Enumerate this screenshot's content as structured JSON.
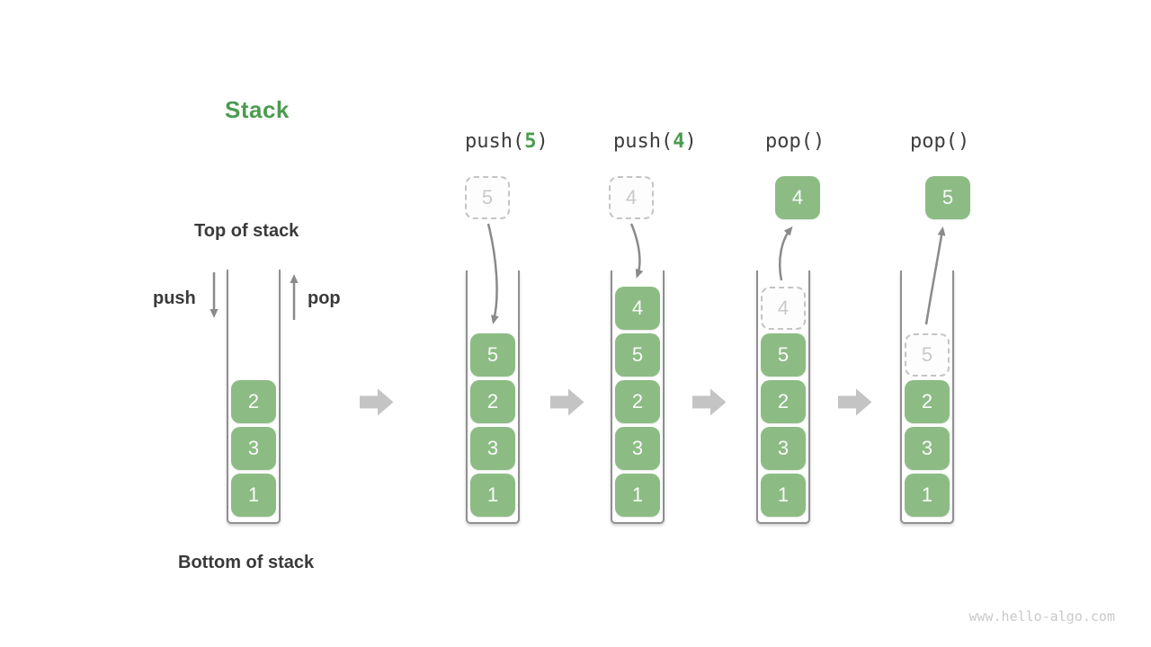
{
  "title": "Stack",
  "labels": {
    "top_of_stack": "Top of stack",
    "bottom_of_stack": "Bottom of stack",
    "push": "push",
    "pop": "pop"
  },
  "operations": [
    {
      "fn": "push(",
      "arg": "5",
      "close": ")"
    },
    {
      "fn": "push(",
      "arg": "4",
      "close": ")"
    },
    {
      "fn": "pop()",
      "arg": "",
      "close": ""
    },
    {
      "fn": "pop()",
      "arg": "",
      "close": ""
    }
  ],
  "stacks": [
    {
      "name": "initial",
      "items": [
        "2",
        "3",
        "1"
      ]
    },
    {
      "name": "after-push-5",
      "items": [
        "5",
        "2",
        "3",
        "1"
      ],
      "incoming": "5"
    },
    {
      "name": "after-push-4",
      "items": [
        "4",
        "5",
        "2",
        "3",
        "1"
      ],
      "incoming": "4"
    },
    {
      "name": "after-pop-4",
      "items": [
        "5",
        "2",
        "3",
        "1"
      ],
      "ghost": "4",
      "popped": "4"
    },
    {
      "name": "after-pop-5",
      "items": [
        "2",
        "3",
        "1"
      ],
      "ghost": "5",
      "popped": "5"
    }
  ],
  "watermark": "www.hello-algo.com",
  "colors": {
    "accent_green": "#4c9b4f",
    "element_green": "#8cbc84",
    "text_dark": "#3a3a3a",
    "arrow_gray": "#8a8a8a",
    "block_arrow_gray": "#c4c4c4",
    "ghost_gray": "#c9c9c9"
  }
}
